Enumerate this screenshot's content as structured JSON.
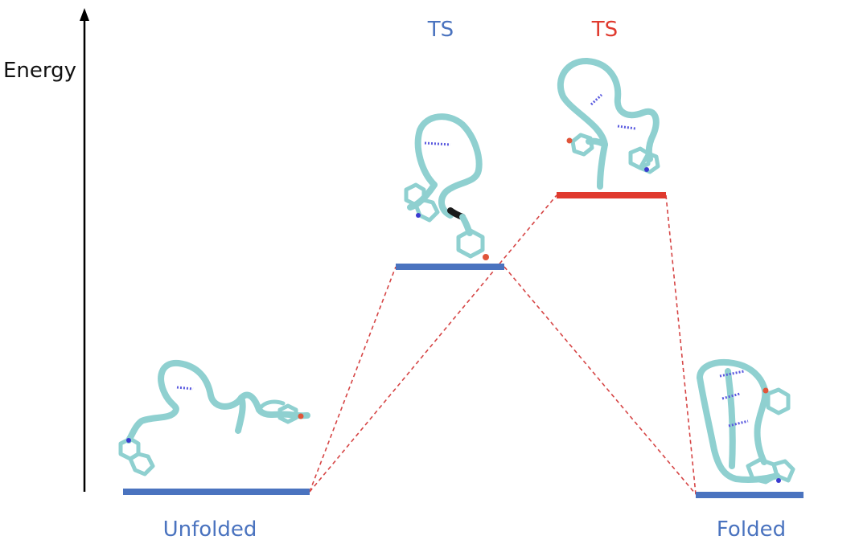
{
  "axis": {
    "label": "Energy"
  },
  "colors": {
    "blue": "#4a73bf",
    "red": "#e03a2e",
    "dash": "#d64545",
    "tube": "#8fd0d0",
    "tube_edge": "#5aa6a8",
    "hbond": "#5a5adf",
    "oxygen": "#e0553a",
    "nitrogen": "#3a3ad0"
  },
  "states": {
    "unfolded": {
      "label": "Unfolded"
    },
    "ts_blue": {
      "label": "TS"
    },
    "ts_red": {
      "label": "TS"
    },
    "folded": {
      "label": "Folded"
    }
  }
}
